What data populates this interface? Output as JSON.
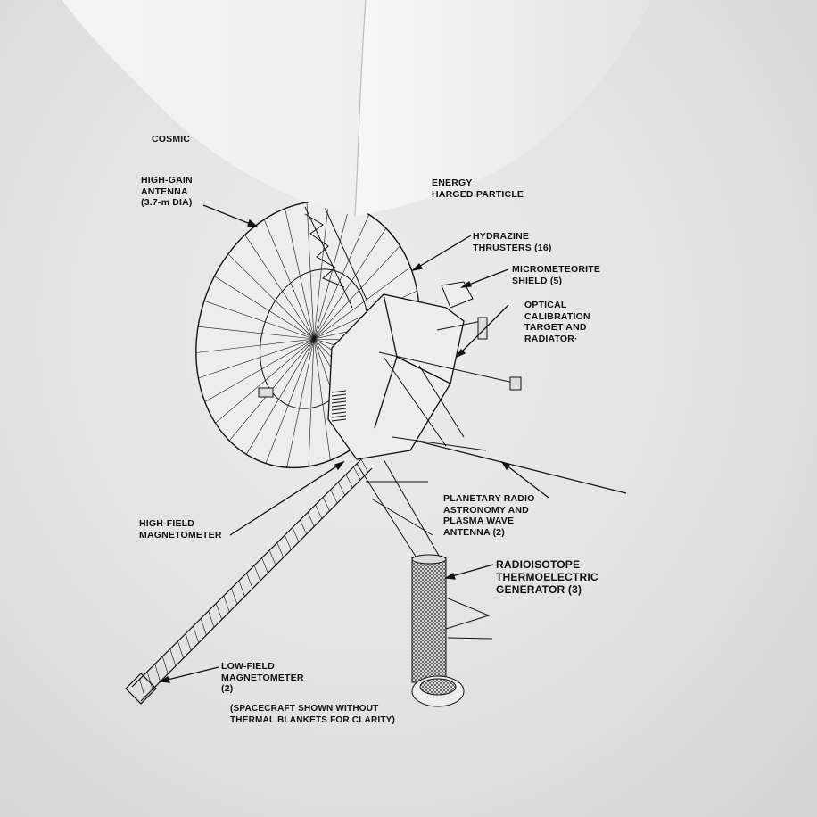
{
  "labels": {
    "cosmic": "COSMIC",
    "high_gain": "HIGH-GAIN\nANTENNA\n(3.7-m DIA)",
    "charged_particle": "ENERGY\nHARGED PARTICLE",
    "hydrazine": "HYDRAZINE\nTHRUSTERS (16)",
    "micrometeorite": "MICROMETEORITE\nSHIELD (5)",
    "optical": "OPTICAL\nCALIBRATION\nTARGET AND\nRADIATOR·",
    "planetary": "PLANETARY RADIO\nASTRONOMY AND\nPLASMA WAVE\nANTENNA (2)",
    "high_field": "HIGH-FIELD\nMAGNETOMETER",
    "rtg": "RADIOISOTOPE\nTHERMOELECTRIC\nGENERATOR (3)",
    "low_field": "LOW-FIELD\nMAGNETOMETER\n(2)",
    "note": "(SPACECRAFT SHOWN WITHOUT\nTHERMAL BLANKETS FOR CLARITY)"
  },
  "colors": {
    "ink": "#111111",
    "paper": "#e4e4e4",
    "bag": "#f2f2f2"
  }
}
